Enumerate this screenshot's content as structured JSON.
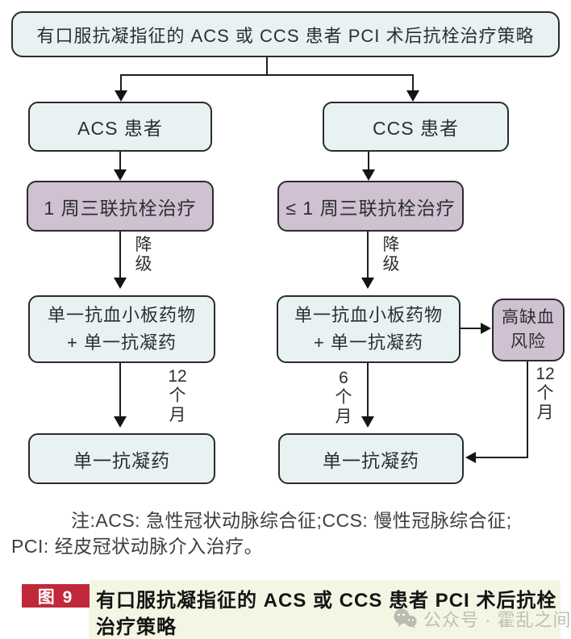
{
  "colors": {
    "background": "#ffffff",
    "node_fill_blue": "#e8f2f2",
    "node_fill_purple": "#cfc0d2",
    "node_border": "#2b2b2b",
    "arrow": "#141414",
    "caption_background": "#f3f6e3",
    "figure_chip_red": "#c1283a",
    "figure_chip_text": "#ffffff",
    "watermark_gray": "#bcc0b4"
  },
  "flow": {
    "root": "有口服抗凝指征的 ACS 或 CCS 患者 PCI 术后抗栓治疗策略",
    "acs": {
      "patient": "ACS 患者",
      "triple": "1 周三联抗栓治疗",
      "downgrade": [
        "降",
        "级"
      ],
      "dual_line1": "单一抗血小板药物",
      "dual_line2": "+ 单一抗凝药",
      "months": [
        "12",
        "个",
        "月"
      ],
      "oac": "单一抗凝药"
    },
    "ccs": {
      "patient": "CCS 患者",
      "triple": "≤ 1 周三联抗栓治疗",
      "downgrade": [
        "降",
        "级"
      ],
      "dual_line1": "单一抗血小板药物",
      "dual_line2": "+ 单一抗凝药",
      "months": [
        "6",
        "个",
        "月"
      ],
      "oac": "单一抗凝药"
    },
    "risk": {
      "line1": "高缺血",
      "line2": "风险",
      "months": [
        "12",
        "个",
        "月"
      ]
    }
  },
  "notes": {
    "line1": "注:ACS: 急性冠状动脉综合征;CCS: 慢性冠脉综合征;",
    "line2": "PCI: 经皮冠状动脉介入治疗。"
  },
  "caption": {
    "figure_label": "图 9",
    "line1": "有口服抗凝指征的 ACS 或 CCS 患者 PCI 术后抗栓",
    "line2": "治疗策略"
  },
  "watermark": {
    "icon": "wechat-bubbles-icon",
    "text": "公众号 · 霍乱之间"
  }
}
